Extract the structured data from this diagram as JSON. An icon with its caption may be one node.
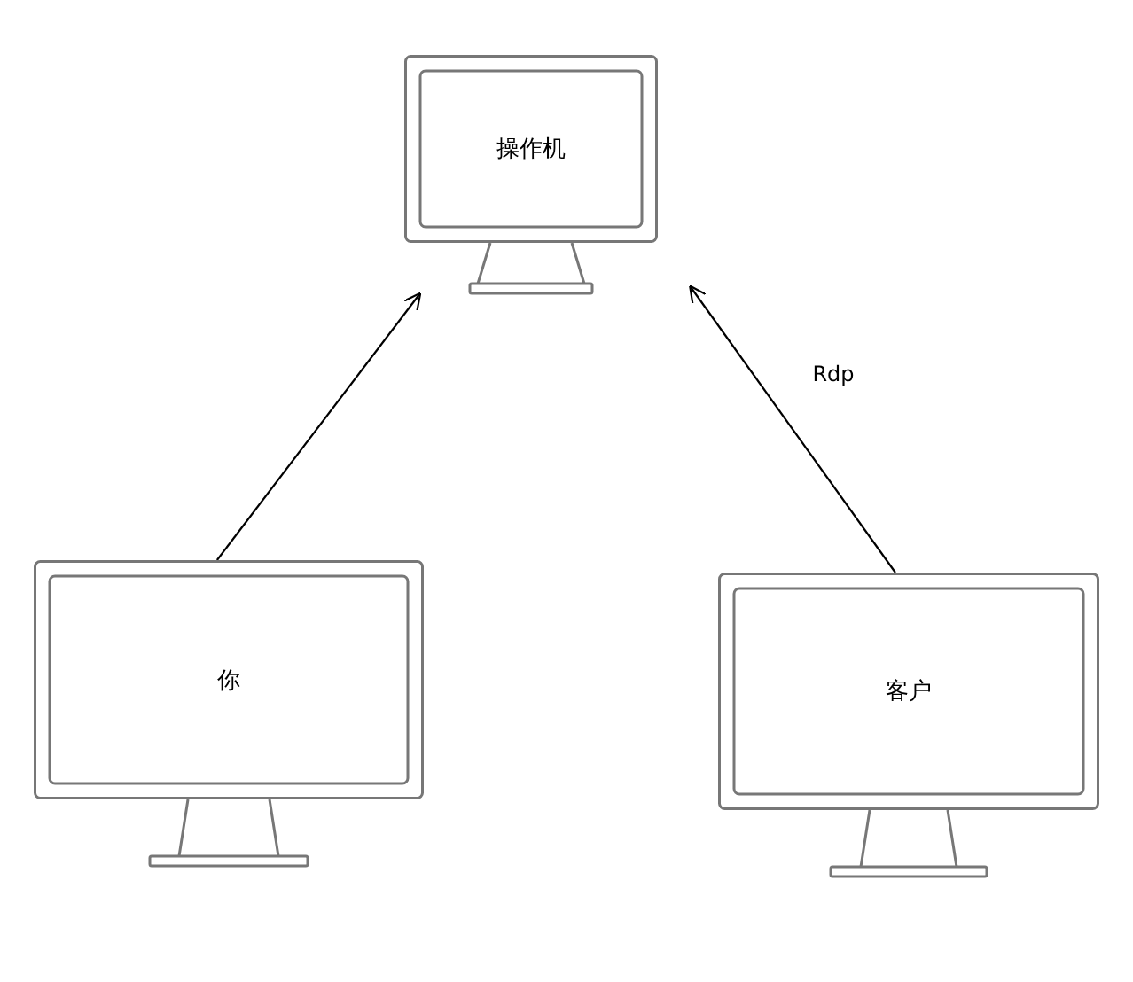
{
  "diagram": {
    "nodes": [
      {
        "text": [
          "操作机"
        ]
      },
      {
        "text": [
          "你"
        ]
      },
      {
        "text": [
          "客户"
        ]
      }
    ],
    "edges": [
      {
        "from": 1,
        "to": 0,
        "arrow": "to"
      },
      {
        "from": 2,
        "to": 0,
        "arrow": "to",
        "label": "Rdp"
      }
    ]
  }
}
